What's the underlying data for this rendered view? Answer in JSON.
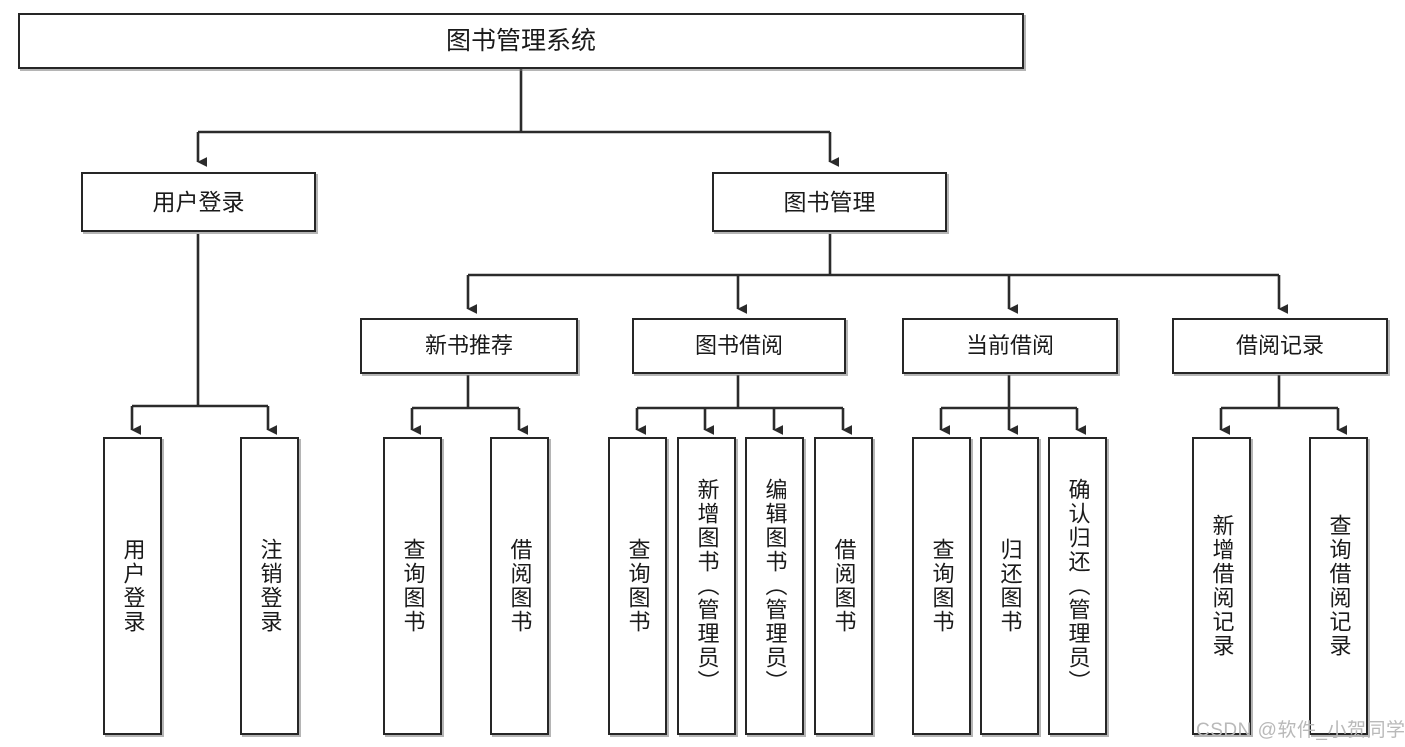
{
  "diagram": {
    "type": "tree-hierarchy",
    "title": "图书管理系统",
    "watermark": "CSDN @软件_小贺同学",
    "colors": {
      "stroke": "#262626",
      "box_fill": "#ffffff",
      "text": "#1a1a1a",
      "watermark": "#b9b9b9",
      "background": "#ffffff"
    },
    "nodes": {
      "root": {
        "label": "图书管理系统"
      },
      "level1": [
        {
          "label": "用户登录"
        },
        {
          "label": "图书管理"
        }
      ],
      "level2": [
        {
          "label": "新书推荐"
        },
        {
          "label": "图书借阅"
        },
        {
          "label": "当前借阅"
        },
        {
          "label": "借阅记录"
        }
      ],
      "leaves_user_login": [
        {
          "label": "用户登录"
        },
        {
          "label": "注销登录"
        }
      ],
      "leaves_new_book": [
        {
          "label": "查询图书"
        },
        {
          "label": "借阅图书"
        }
      ],
      "leaves_borrow": [
        {
          "label": "查询图书"
        },
        {
          "label": "新增图书（管理员）"
        },
        {
          "label": "编辑图书（管理员）"
        },
        {
          "label": "借阅图书"
        }
      ],
      "leaves_current": [
        {
          "label": "查询图书"
        },
        {
          "label": "归还图书"
        },
        {
          "label": "确认归还（管理员）"
        }
      ],
      "leaves_records": [
        {
          "label": "新增借阅记录"
        },
        {
          "label": "查询借阅记录"
        }
      ]
    }
  }
}
